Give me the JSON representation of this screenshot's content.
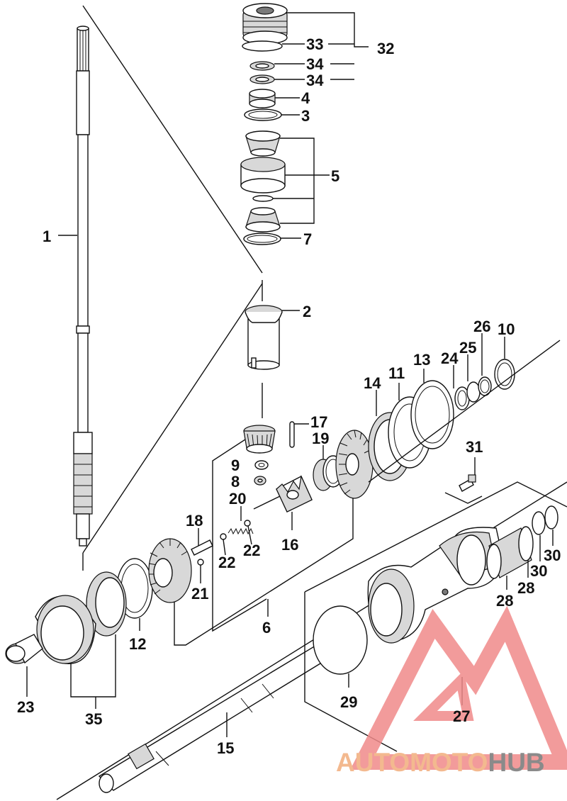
{
  "diagram": {
    "callouts": [
      {
        "id": "c32",
        "label": "32"
      },
      {
        "id": "c33",
        "label": "33"
      },
      {
        "id": "c34a",
        "label": "34"
      },
      {
        "id": "c34b",
        "label": "34"
      },
      {
        "id": "c4",
        "label": "4"
      },
      {
        "id": "c3",
        "label": "3"
      },
      {
        "id": "c5",
        "label": "5"
      },
      {
        "id": "c7",
        "label": "7"
      },
      {
        "id": "c1",
        "label": "1"
      },
      {
        "id": "c2",
        "label": "2"
      },
      {
        "id": "c26",
        "label": "26"
      },
      {
        "id": "c10",
        "label": "10"
      },
      {
        "id": "c25",
        "label": "25"
      },
      {
        "id": "c24",
        "label": "24"
      },
      {
        "id": "c13",
        "label": "13"
      },
      {
        "id": "c11",
        "label": "11"
      },
      {
        "id": "c14",
        "label": "14"
      },
      {
        "id": "c17",
        "label": "17"
      },
      {
        "id": "c19",
        "label": "19"
      },
      {
        "id": "c9",
        "label": "9"
      },
      {
        "id": "c8",
        "label": "8"
      },
      {
        "id": "c20",
        "label": "20"
      },
      {
        "id": "c16",
        "label": "16"
      },
      {
        "id": "c18",
        "label": "18"
      },
      {
        "id": "c22a",
        "label": "22"
      },
      {
        "id": "c22b",
        "label": "22"
      },
      {
        "id": "c21",
        "label": "21"
      },
      {
        "id": "c31",
        "label": "31"
      },
      {
        "id": "c30a",
        "label": "30"
      },
      {
        "id": "c30b",
        "label": "30"
      },
      {
        "id": "c28a",
        "label": "28"
      },
      {
        "id": "c28b",
        "label": "28"
      },
      {
        "id": "c6",
        "label": "6"
      },
      {
        "id": "c12",
        "label": "12"
      },
      {
        "id": "c29",
        "label": "29"
      },
      {
        "id": "c27",
        "label": "27"
      },
      {
        "id": "c23",
        "label": "23"
      },
      {
        "id": "c35",
        "label": "35"
      },
      {
        "id": "c15",
        "label": "15"
      }
    ]
  },
  "watermark": {
    "part1": "AUTOMOTO",
    "part2": "HUB",
    "color1": "#f3b98f",
    "color2": "#8a8a8a",
    "logo_color": "#f08a8a"
  }
}
